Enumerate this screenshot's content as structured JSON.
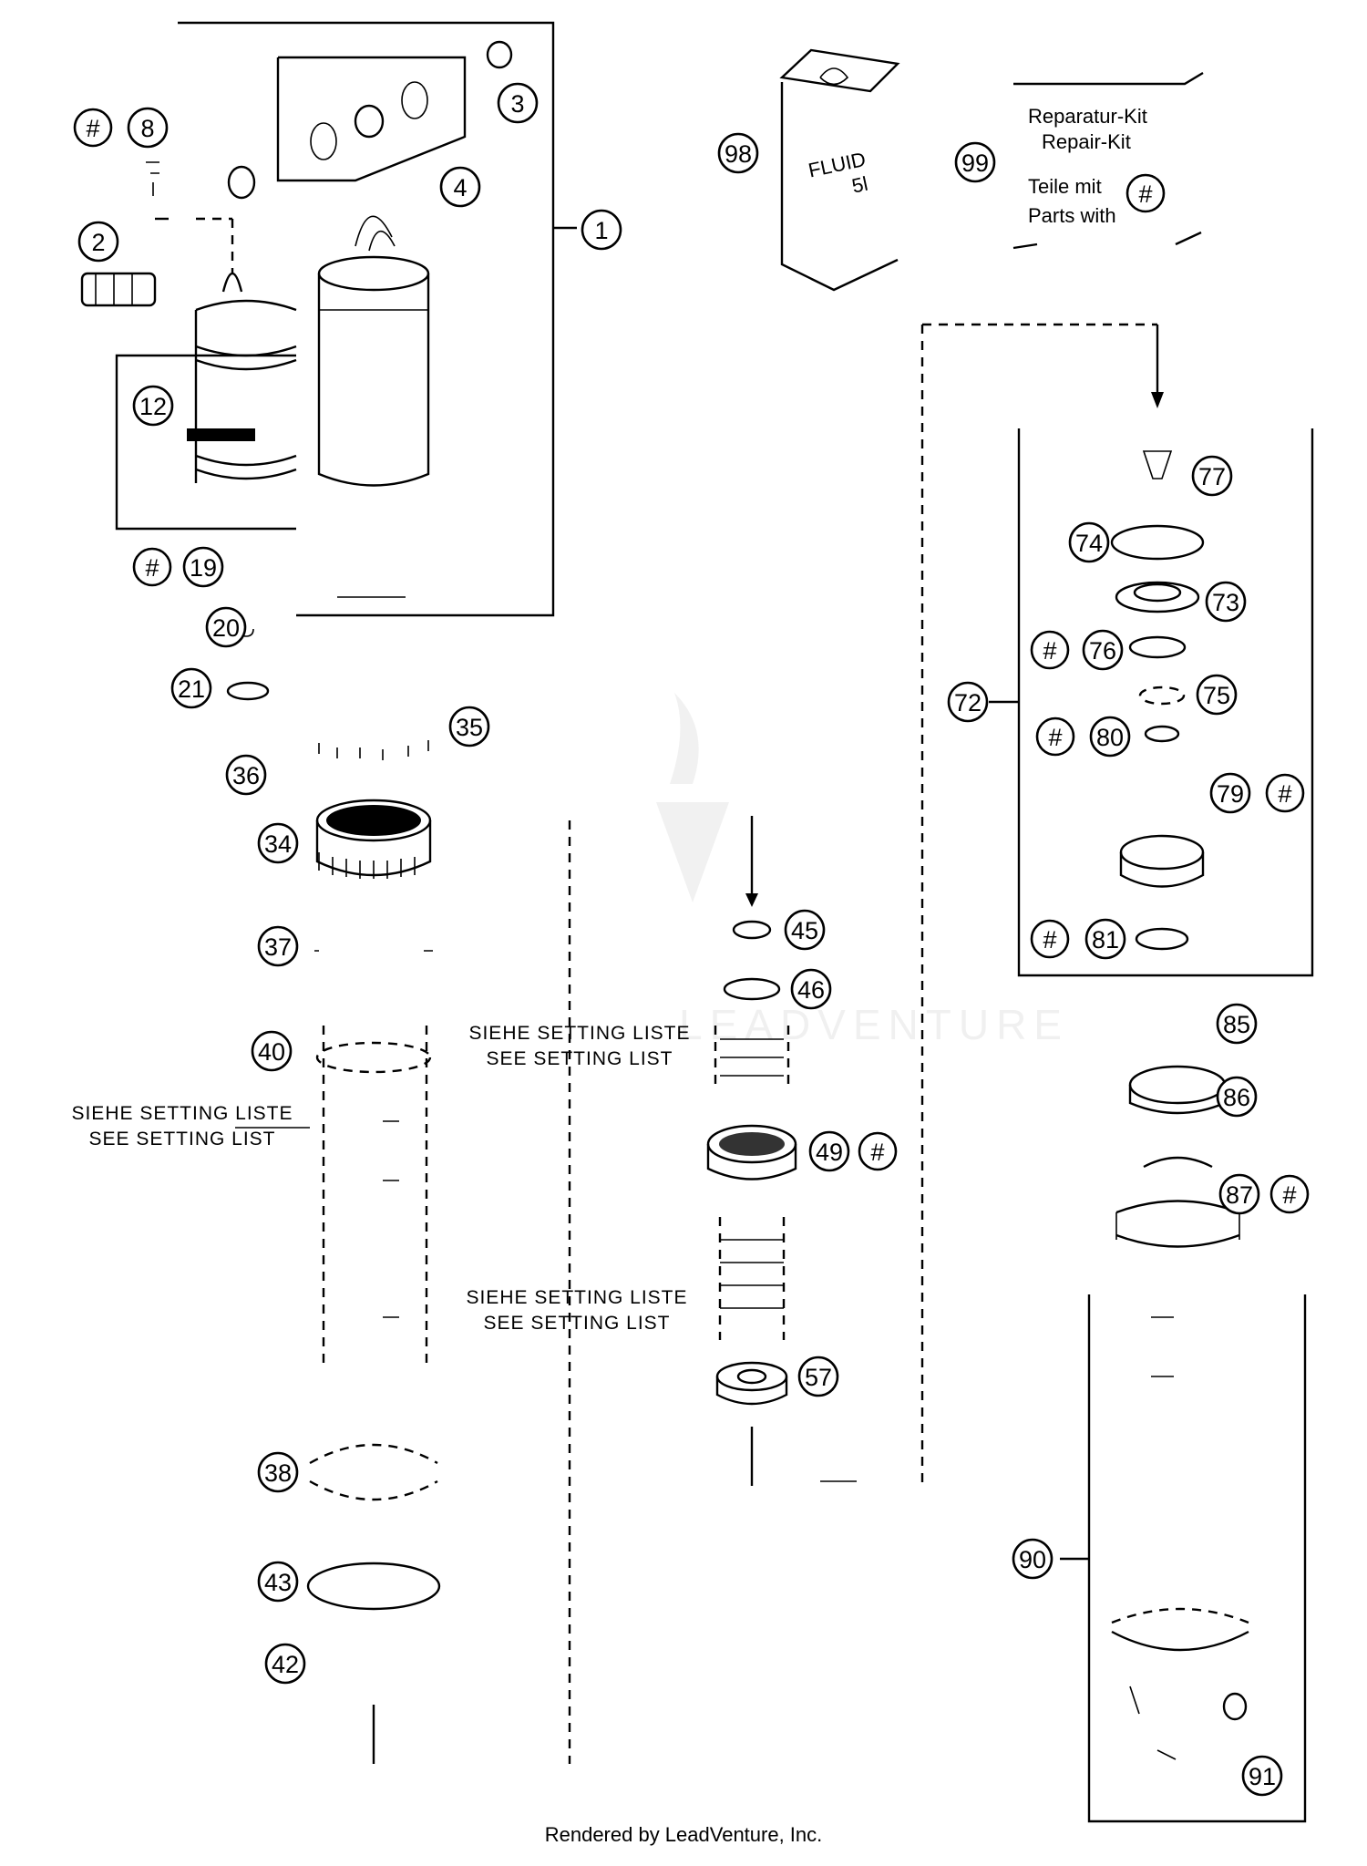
{
  "callouts": [
    "1",
    "2",
    "3",
    "4",
    "8",
    "12",
    "19",
    "20",
    "21",
    "35",
    "36",
    "34",
    "37",
    "40",
    "38",
    "43",
    "42",
    "45",
    "46",
    "49",
    "57",
    "98",
    "99",
    "72",
    "77",
    "74",
    "73",
    "76",
    "75",
    "80",
    "79",
    "81",
    "85",
    "86",
    "87",
    "90",
    "91"
  ],
  "hash_symbol": "#",
  "notes": {
    "siehe": "SIEHE SETTING LISTE",
    "see": "SEE SETTING LIST"
  },
  "fluid_can": {
    "line1": "FLUID",
    "line2": "5l"
  },
  "repair_kit": {
    "line1": "Reparatur-Kit",
    "line2": "Repair-Kit",
    "line3": "Teile mit",
    "line4": "Parts with"
  },
  "watermark": "LEADVENTURE",
  "footer": "Rendered by LeadVenture, Inc."
}
